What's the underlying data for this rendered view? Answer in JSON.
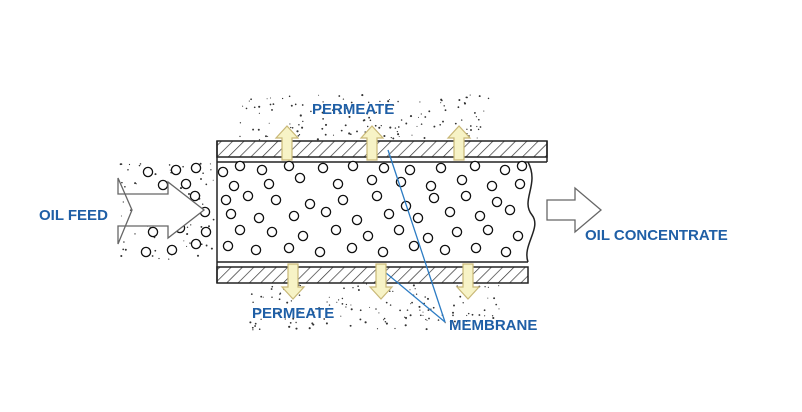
{
  "labels": {
    "permeate_top": "PERMEATE",
    "permeate_bottom": "PERMEATE",
    "oil_feed": "OIL FEED",
    "oil_concentrate": "OIL CONCENTRATE",
    "membrane": "MEMBRANE"
  },
  "colors": {
    "label_blue": "#1f5fa6",
    "arrow_fill": "#f7f3c6",
    "arrow_stroke": "#c9b877",
    "line": "#222222",
    "membrane_line": "#2c7cc4"
  }
}
